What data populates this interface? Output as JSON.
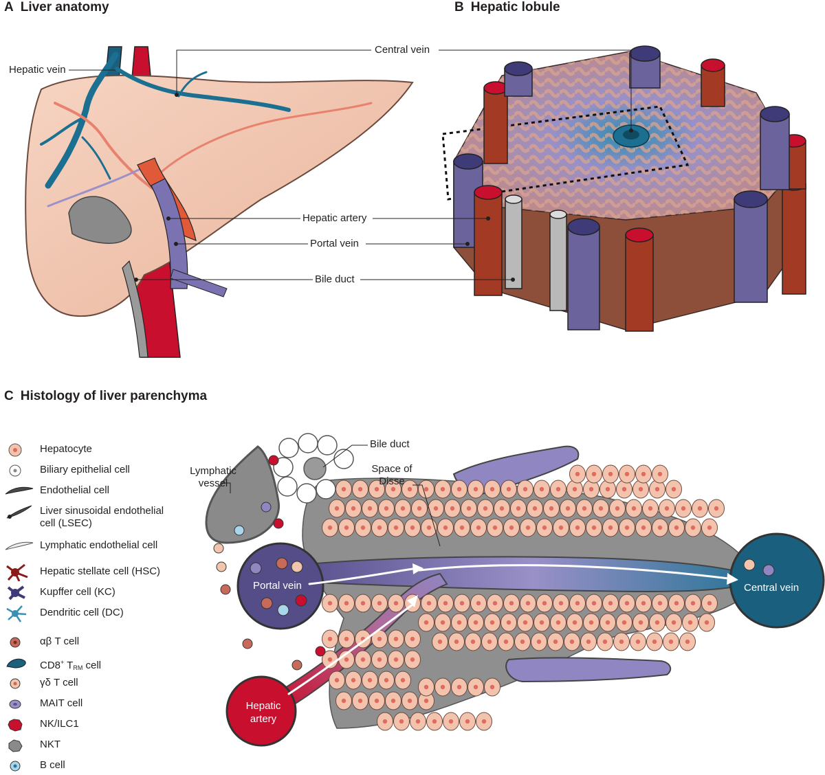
{
  "panels": {
    "a": {
      "letter": "A",
      "title": "Liver anatomy"
    },
    "b": {
      "letter": "B",
      "title": "Hepatic lobule"
    },
    "c": {
      "letter": "C",
      "title": "Histology of liver parenchyma"
    }
  },
  "labels": {
    "hepatic_vein": "Hepatic vein",
    "central_vein": "Central vein",
    "hepatic_artery": "Hepatic artery",
    "portal_vein": "Portal vein",
    "bile_duct": "Bile duct"
  },
  "histology_labels": {
    "bile_duct": "Bile duct",
    "lymphatic_vessel_1": "Lymphatic",
    "lymphatic_vessel_2": "vessel",
    "space_of_disse_1": "Space of",
    "space_of_disse_2": "Disse",
    "portal_vein": "Portal vein",
    "central_vein": "Central vein",
    "hepatic_artery_1": "Hepatic",
    "hepatic_artery_2": "artery"
  },
  "legend": [
    {
      "label": "Hepatocyte",
      "icon": "hepatocyte-icon",
      "color": "#f4c3ad"
    },
    {
      "label": "Biliary epithelial cell",
      "icon": "biliary-epithelial-icon",
      "color": "#ffffff"
    },
    {
      "label": "Endothelial cell",
      "icon": "endothelial-icon",
      "color": "#4a4a4a"
    },
    {
      "label": "Liver sinusoidal endothelial",
      "label2": "cell (LSEC)",
      "icon": "lsec-icon",
      "color": "#4a4a4a"
    },
    {
      "label": "Lymphatic endothelial cell",
      "icon": "lymphatic-endothelial-icon",
      "color": "#eeeeee"
    },
    {
      "label": "Hepatic stellate cell (HSC)",
      "icon": "stellate-cell-icon",
      "color": "#8b1a1a"
    },
    {
      "label": "Kupffer cell (KC)",
      "icon": "kupffer-cell-icon",
      "color": "#3f3a78"
    },
    {
      "label": "Dendritic cell (DC)",
      "icon": "dendritic-cell-icon",
      "color": "#3b8fb5"
    },
    {
      "label": "αβ T cell",
      "icon": "ab-t-cell-icon",
      "color": "#c86a5a"
    },
    {
      "label": "CD8",
      "sup": "+",
      "mid": " T",
      "sub": "RM",
      "end": " cell",
      "icon": "cd8-trm-cell-icon",
      "color": "#1e5f7a"
    },
    {
      "label": "γδ T cell",
      "icon": "gd-t-cell-icon",
      "color": "#f2c5ad"
    },
    {
      "label": "MAIT cell",
      "icon": "mait-cell-icon",
      "color": "#9b90c8"
    },
    {
      "label": "NK/ILC1",
      "icon": "nk-ilc1-icon",
      "color": "#c8102e"
    },
    {
      "label": "NKT",
      "icon": "nkt-icon",
      "color": "#8a8a8a"
    },
    {
      "label": "B cell",
      "icon": "b-cell-icon",
      "color": "#a9d6ea"
    }
  ],
  "colors": {
    "artery": "#c8102e",
    "artery_dark": "#a33a24",
    "portal": "#5b5591",
    "portal_dark": "#3f3a78",
    "central": "#1b5f7e",
    "bile": "#b9b9b9",
    "liver": "#f2c6b0",
    "lobule": "#a96a52",
    "hepatocyte": "#f4c3ad",
    "nucleus": "#e06a5c"
  }
}
